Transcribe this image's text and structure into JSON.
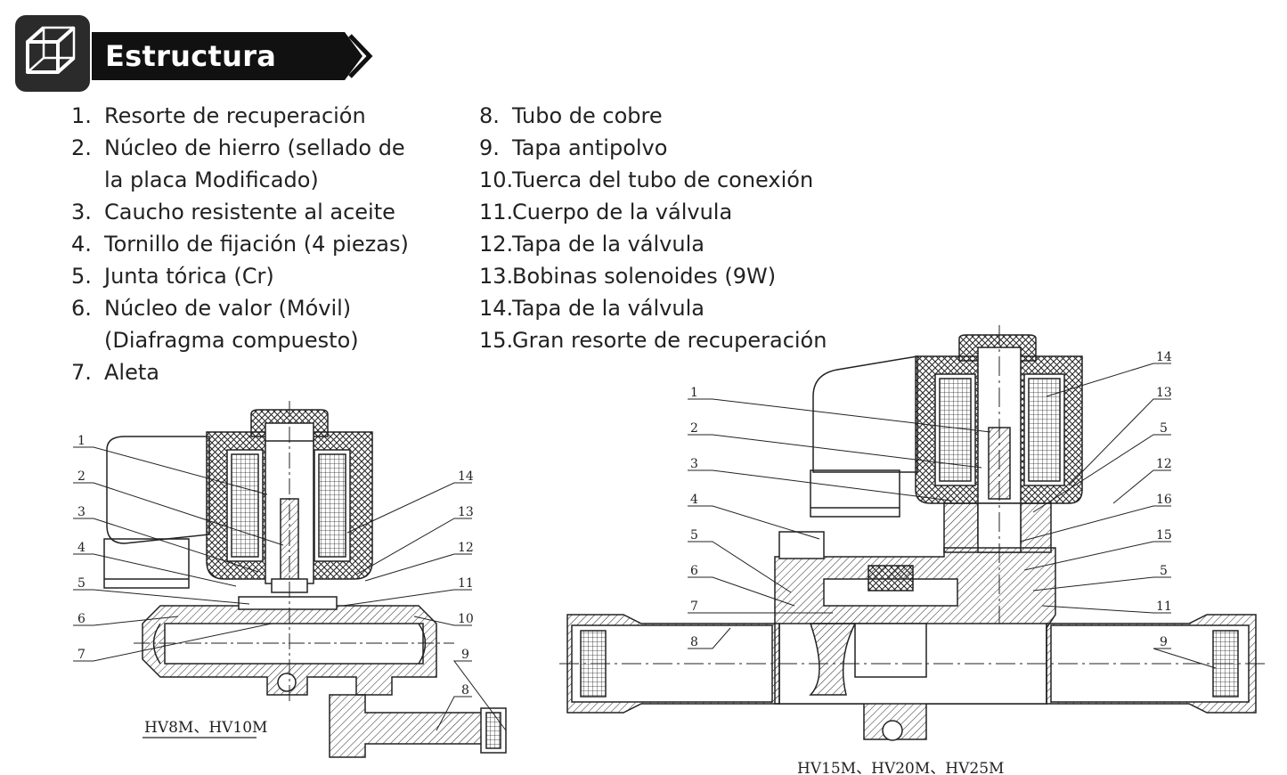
{
  "header": {
    "title": "Estructura",
    "icon": "cube-wireframe-icon",
    "colors": {
      "badge": "#2b2b2b",
      "banner": "#111111",
      "text": "#ffffff"
    }
  },
  "parts_left": [
    {
      "num": "1.",
      "label": "Resorte de recuperación"
    },
    {
      "num": "2.",
      "label": "Núcleo de hierro (sellado de\nla placa Modificado)"
    },
    {
      "num": "3.",
      "label": "Caucho resistente al aceite"
    },
    {
      "num": "4.",
      "label": "Tornillo de fijación (4 piezas)"
    },
    {
      "num": "5.",
      "label": "Junta tórica (Cr)"
    },
    {
      "num": "6.",
      "label": "Núcleo de valor (Móvil)\n(Diafragma compuesto)"
    },
    {
      "num": "7.",
      "label": "Aleta"
    }
  ],
  "parts_right": [
    {
      "num": "8.",
      "label": "Tubo de cobre"
    },
    {
      "num": "9.",
      "label": "Tapa antipolvo"
    },
    {
      "num": "10.",
      "label": "Tuerca del tubo de conexión"
    },
    {
      "num": "11.",
      "label": "Cuerpo de la válvula"
    },
    {
      "num": "12.",
      "label": "Tapa de la válvula"
    },
    {
      "num": "13.",
      "label": "Bobinas solenoides (9W)"
    },
    {
      "num": "14.",
      "label": "Tapa de la válvula"
    },
    {
      "num": "15.",
      "label": "Gran resorte de recuperación"
    }
  ],
  "diagram_small": {
    "model": "HV8M、HV10M",
    "callouts_left": [
      "1",
      "2",
      "3",
      "4",
      "5",
      "6",
      "7"
    ],
    "callouts_right": [
      "14",
      "13",
      "12",
      "11",
      "10",
      "9",
      "8"
    ]
  },
  "diagram_large": {
    "model": "HV15M、HV20M、HV25M",
    "callouts_left": [
      "1",
      "2",
      "3",
      "4",
      "5",
      "6",
      "7",
      "8"
    ],
    "callouts_right": [
      "14",
      "13",
      "5",
      "12",
      "16",
      "15",
      "5",
      "11",
      "9"
    ]
  }
}
